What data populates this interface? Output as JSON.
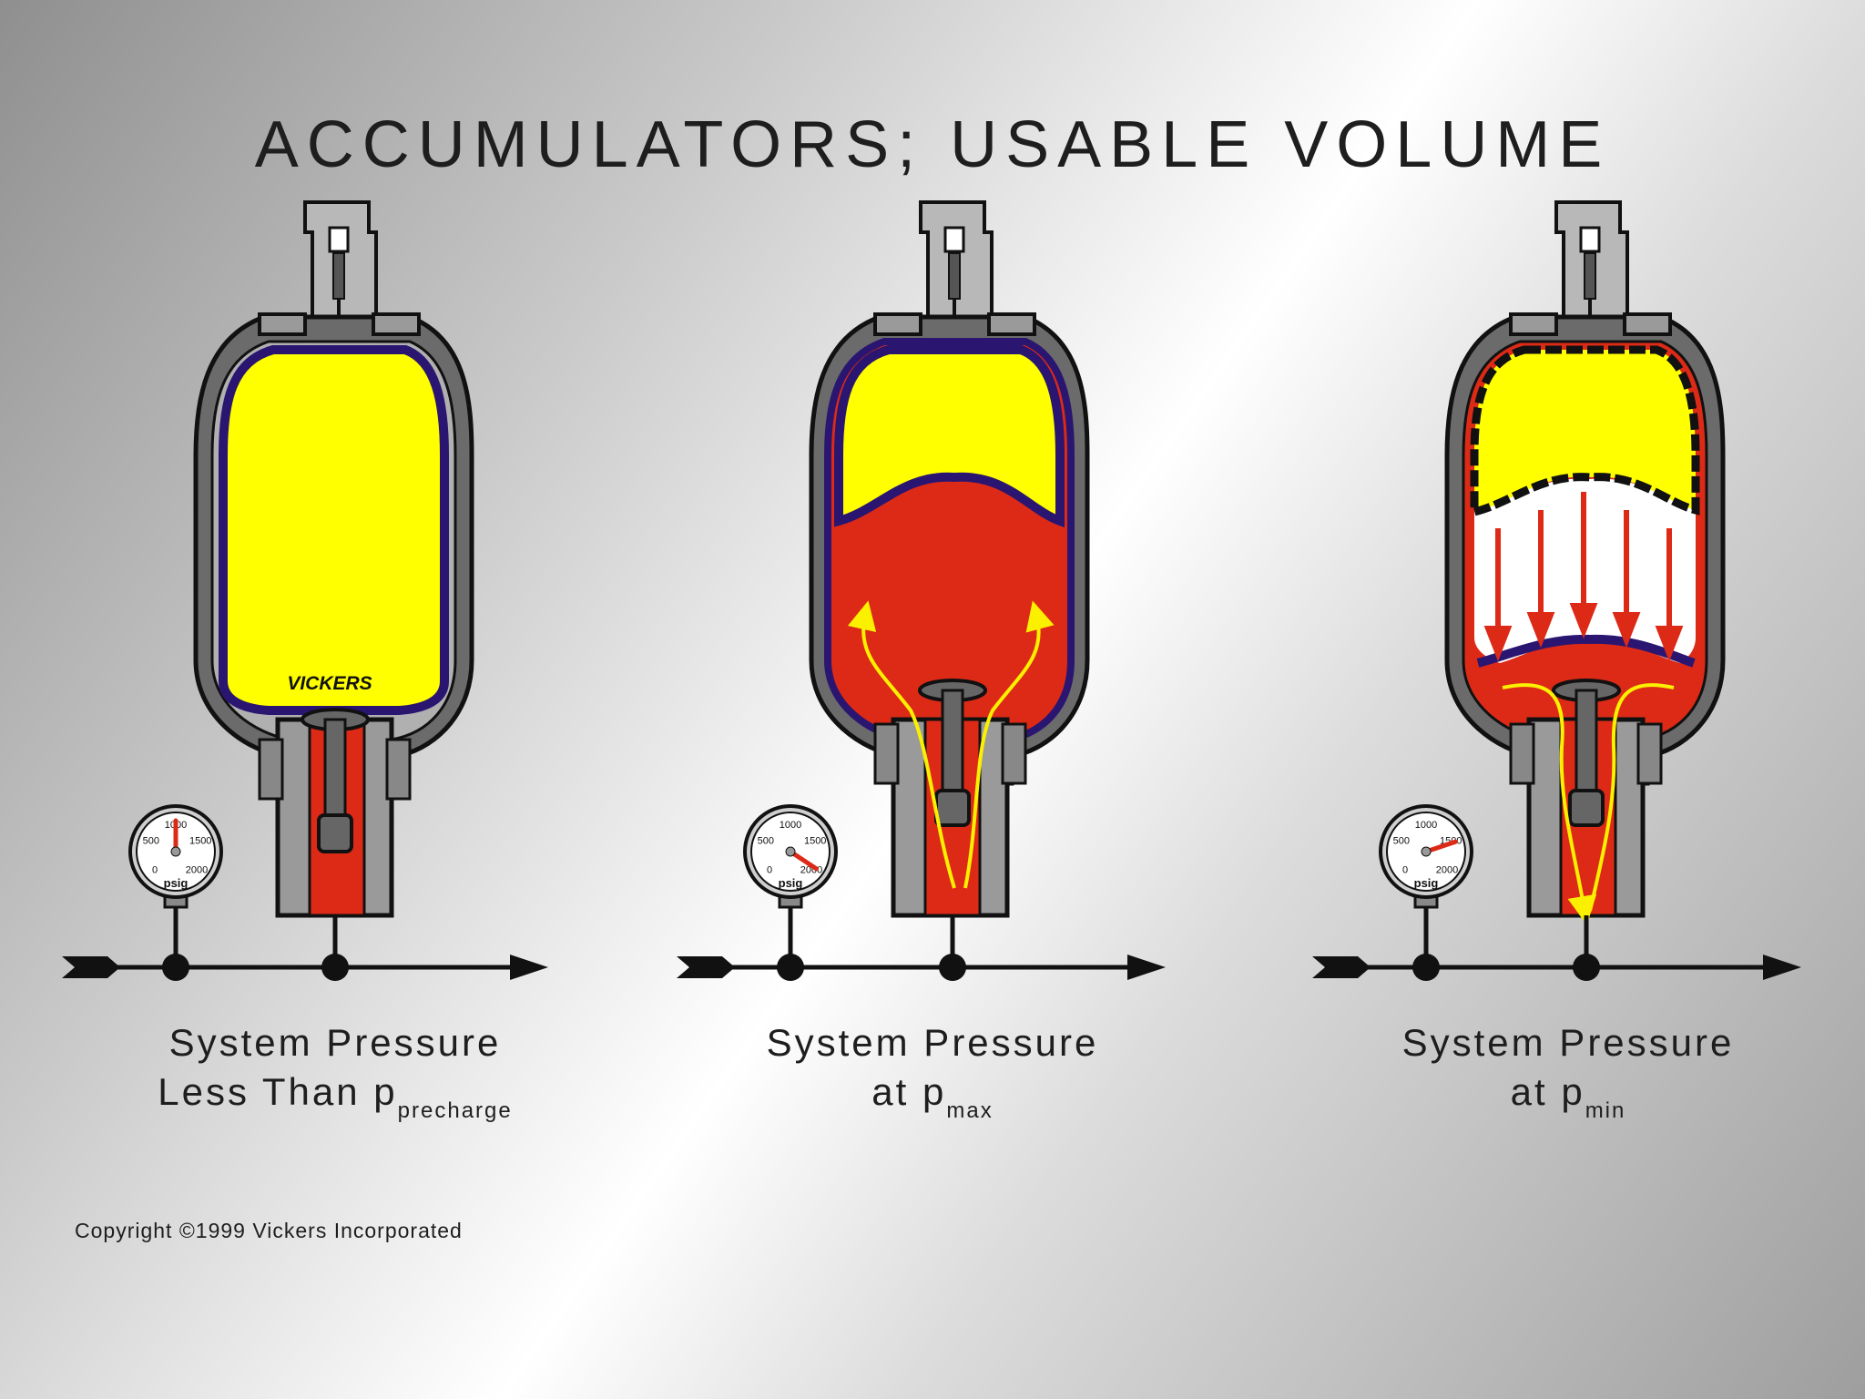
{
  "title": "ACCUMULATORS; USABLE VOLUME",
  "brand": "VICKERS",
  "panels": [
    {
      "caption_line1": "System Pressure",
      "caption_prefix": "Less Than p",
      "caption_sub": "precharge",
      "gauge_level_psig": 1000
    },
    {
      "caption_line1": "System Pressure",
      "caption_prefix": "at p",
      "caption_sub": "max",
      "gauge_level_psig": 1950
    },
    {
      "caption_line1": "System Pressure",
      "caption_prefix": "at p",
      "caption_sub": "min",
      "gauge_level_psig": 1550
    }
  ],
  "gauge": {
    "ticks": [
      "0",
      "500",
      "1000",
      "1500",
      "2000"
    ],
    "unit": "psig"
  },
  "copyright": "Copyright ©1999 Vickers Incorporated",
  "colors": {
    "gas": "#ffff00",
    "fluid": "#dd2a17",
    "bladder": "#2a1670",
    "shell": "#6b6b6b",
    "arrow": "#fbf000"
  }
}
